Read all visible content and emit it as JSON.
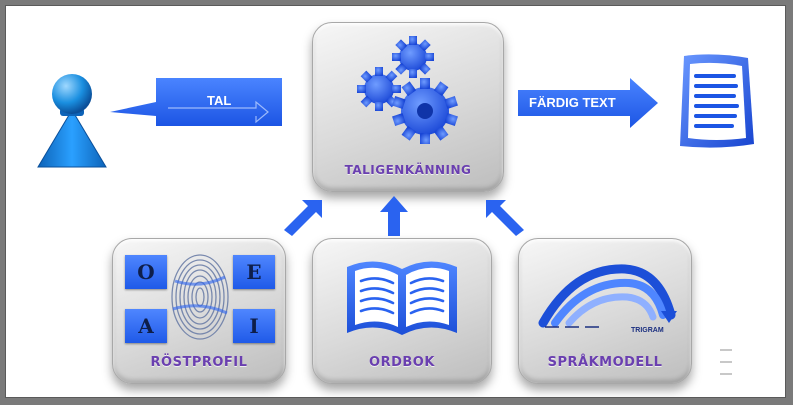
{
  "colors": {
    "accent_blue": "#2a63f0",
    "label_purple": "#6a3fb0",
    "box_gray": "#d9d9d9"
  },
  "nodes": {
    "speaker": {
      "icon": "person-icon"
    },
    "speech_arrow": {
      "label": "TAL",
      "icon": "speech-callout-arrow-icon"
    },
    "recognition": {
      "label": "TALIGENKÄNNING",
      "icon": "gears-icon"
    },
    "output_arrow": {
      "label": "FÄRDIG TEXT",
      "icon": "right-arrow-icon"
    },
    "document": {
      "icon": "document-icon"
    },
    "voice_profile": {
      "label": "RÖSTPROFIL",
      "icon": "fingerprint-icon",
      "tiles": [
        "O",
        "E",
        "A",
        "I"
      ]
    },
    "dictionary": {
      "label": "ORDBOK",
      "icon": "open-book-icon"
    },
    "language_model": {
      "label": "SPRÅKMODELL",
      "icon": "arcs-icon",
      "caption": "TRIGRAM"
    }
  }
}
